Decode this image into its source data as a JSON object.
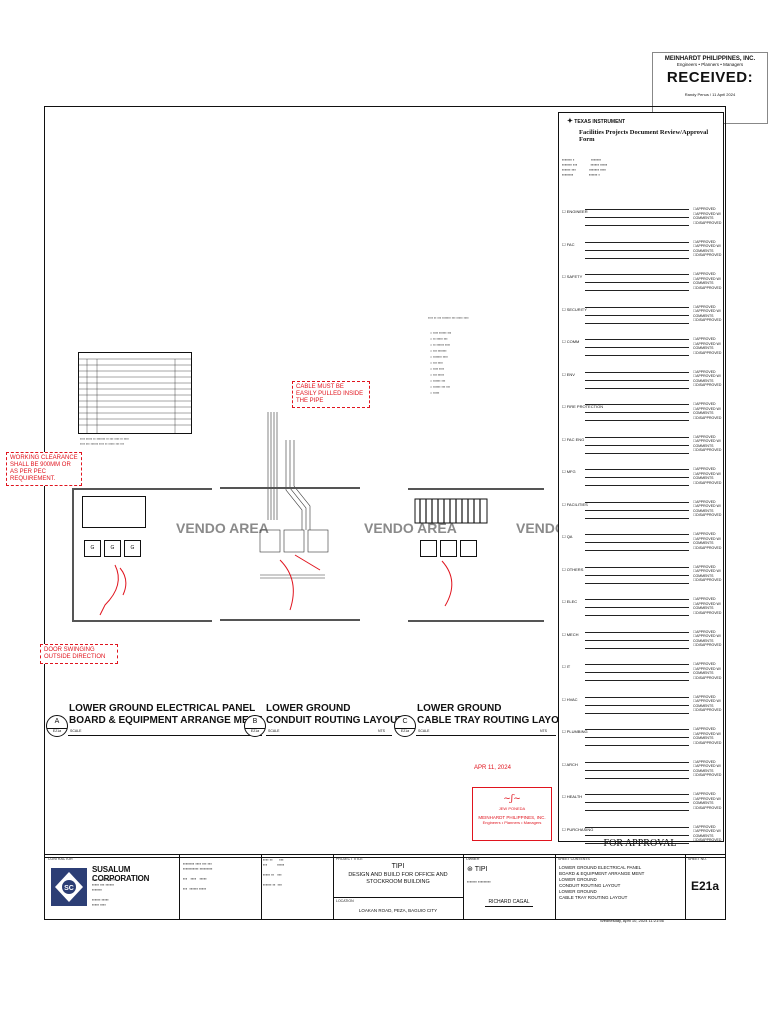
{
  "stamp": {
    "company": "MEINHARDT PHILIPPINES, INC.",
    "tagline": "Engineers • Planners • Managers",
    "received": "RECEIVED:",
    "signature_line": "Randy Penus    / 11 April 2024"
  },
  "form": {
    "brand": "TEXAS INSTRUMENT",
    "title": "Facilities Projects Document Review/Approval Form",
    "departments": [
      {
        "name": "ENGINEER",
        "lines": 3
      },
      {
        "name": "FAC",
        "lines": 3
      },
      {
        "name": "SAFETY",
        "lines": 3
      },
      {
        "name": "SECURITY",
        "lines": 3
      },
      {
        "name": "COMM",
        "lines": 3
      },
      {
        "name": "ENV",
        "lines": 3
      },
      {
        "name": "FIRE PROTECTION",
        "lines": 3
      },
      {
        "name": "FAC ENG",
        "lines": 3
      },
      {
        "name": "MFG",
        "lines": 3
      },
      {
        "name": "FACILITIES",
        "lines": 3
      },
      {
        "name": "QA",
        "lines": 3
      },
      {
        "name": "OTHERS",
        "lines": 3
      },
      {
        "name": "ELEC",
        "lines": 3
      },
      {
        "name": "MECH",
        "lines": 3
      },
      {
        "name": "IT",
        "lines": 3
      },
      {
        "name": "HVAC",
        "lines": 3
      },
      {
        "name": "PLUMBING",
        "lines": 3
      },
      {
        "name": "ARCH",
        "lines": 3
      },
      {
        "name": "HEALTH",
        "lines": 3
      },
      {
        "name": "PURCHASING",
        "lines": 3
      }
    ],
    "options": [
      "APPROVED",
      "APPROVED W/ COMMENTS",
      "DISAPPROVED"
    ],
    "footer": "FOR APPROVAL"
  },
  "drawing": {
    "vendo": "VENDO AREA",
    "callouts": {
      "clearance": "WORKING CLEARANCE SHALL BE 900MM OR AS PER PEC REQUIREMENT.",
      "door": "DOOR SWINGING OUTSIDE DIRECTION",
      "cable": "CABLE MUST BE EASILY PULLED INSIDE THE PIPE"
    },
    "views": [
      {
        "tag": "A",
        "sheet": "E21a",
        "title1": "LOWER GROUND ELECTRICAL PANEL",
        "title2": "BOARD & EQUIPMENT ARRANGE MENT",
        "scale": "SCALE",
        "nts": "NTS"
      },
      {
        "tag": "B",
        "sheet": "E21a",
        "title1": "LOWER GROUND",
        "title2": "CONDUIT ROUTING LAYOUT",
        "scale": "SCALE",
        "nts": "NTS"
      },
      {
        "tag": "C",
        "sheet": "E21a",
        "title1": "LOWER GROUND",
        "title2": "CABLE TRAY ROUTING LAYOUT",
        "scale": "SCALE",
        "nts": "NTS"
      }
    ],
    "date_stamp": "APR 11, 2024",
    "sig_name": "JEW PONEDA",
    "sig_company": "MEINHARDT PHILIPPINES, INC.",
    "sig_tag": "Engineers • Planners • Managers"
  },
  "titleblock": {
    "contractor_label": "CONTRACTOR",
    "company": "SUSALUM CORPORATION",
    "project_title_label": "PROJECT TITLE",
    "project_name": "TIPI",
    "project_desc": "DESIGN AND BUILD FOR OFFICE AND STOCKROOM BUILDING",
    "location_label": "LOCATION",
    "location": "LOAKAN ROAD, PEZA, BAGUIO CITY",
    "owner_label": "OWNER",
    "owner": "TIPI",
    "owner_rep": "RICHARD CAGAL",
    "sheet_contents_label": "SHEET CONTENTS",
    "sheet_contents": [
      "LOWER GROUND ELECTRICAL PANEL",
      "BOARD & EQUIPMENT ARRANGE MENT",
      "LOWER GROUND",
      "CONDUIT ROUTING LAYOUT",
      "LOWER GROUND",
      "CABLE TRAY ROUTING LAYOUT"
    ],
    "sheet_no_label": "SHEET NO.",
    "sheet_no": "E21a",
    "print_date": "Wednesday, April 10, 2024 11:21:56"
  }
}
